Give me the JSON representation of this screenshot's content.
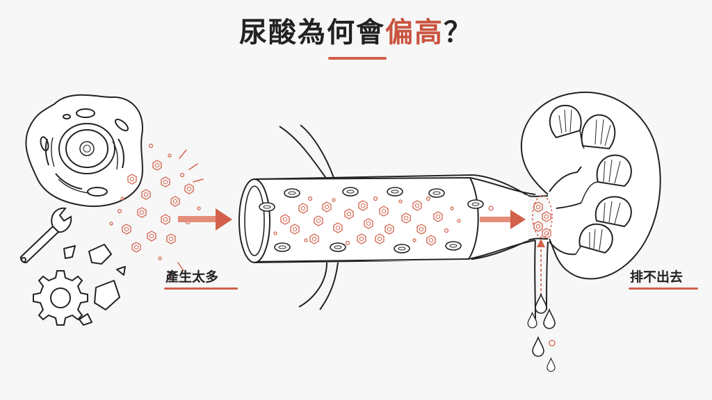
{
  "title": {
    "prefix": "尿酸為何會",
    "highlight": "偏高",
    "suffix": "？"
  },
  "labels": {
    "produce_too_much": "產生太多",
    "cannot_excrete": "排不出去"
  },
  "colors": {
    "accent": "#d2604a",
    "ink": "#222222",
    "background": "#f7f7f7"
  }
}
